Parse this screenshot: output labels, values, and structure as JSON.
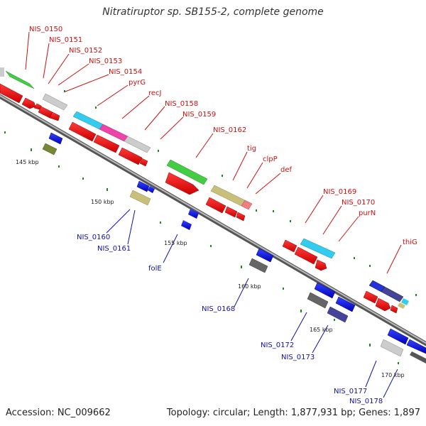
{
  "title": "Nitratiruptor sp. SB155-2, complete genome",
  "footer": {
    "accession": "Accession: NC_009662",
    "topology": "Topology: circular; Length: 1,877,931 bp; Genes: 1,897"
  },
  "colors": {
    "forward_label": "#cc1111",
    "reverse_label": "#1111aa",
    "backbone": "#888888",
    "tick": "#1a8a1a"
  },
  "scale_labels": [
    "145 kbp",
    "150 kbp",
    "155 kbp",
    "160 kbp",
    "165 kbp",
    "170 kbp"
  ],
  "forward_genes": [
    "NIS_0150",
    "NIS_0151",
    "NIS_0152",
    "NIS_0153",
    "NIS_0154",
    "pyrG",
    "recJ",
    "NIS_0158",
    "NIS_0159",
    "NIS_0162",
    "tig",
    "clpP",
    "def",
    "NIS_0169",
    "NIS_0170",
    "purN",
    "thiG"
  ],
  "reverse_genes": [
    "NIS_0160",
    "NIS_0161",
    "folE",
    "NIS_0168",
    "NIS_0172",
    "NIS_0173",
    "NIS_0177",
    "NIS_0178"
  ]
}
